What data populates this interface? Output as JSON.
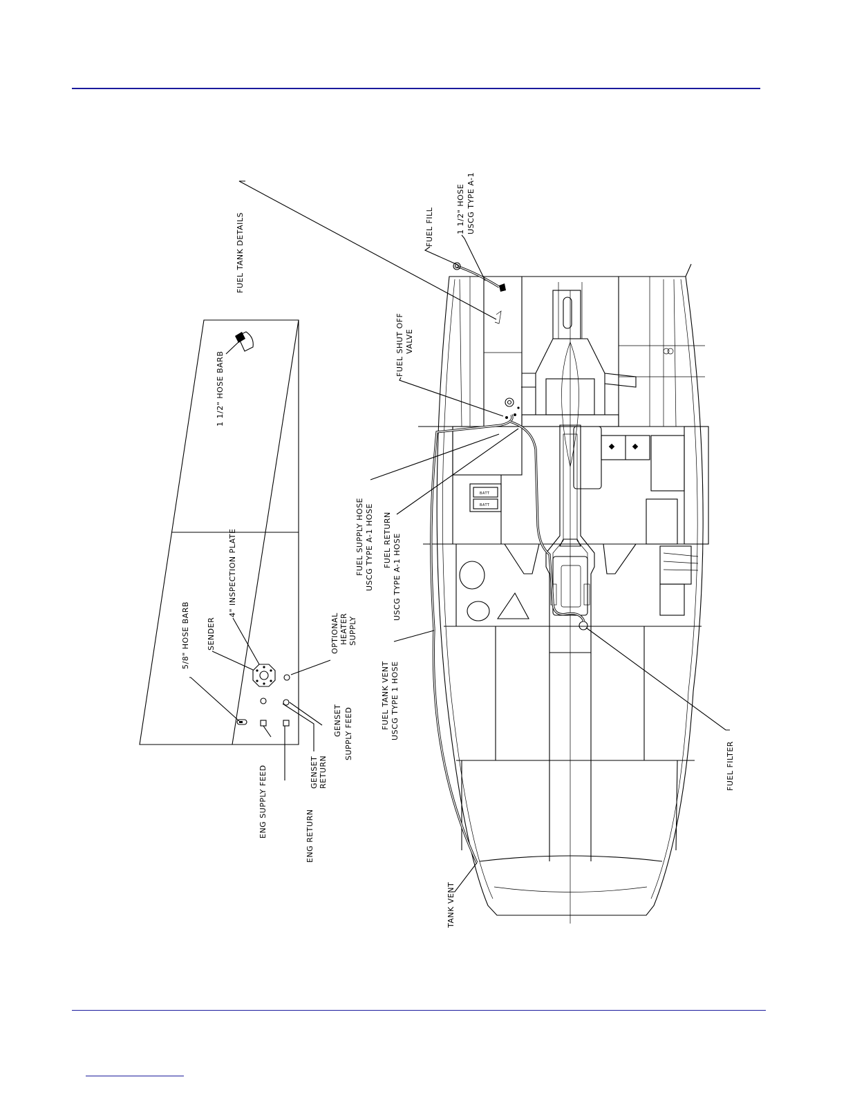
{
  "colors": {
    "rule": "#1a1a9c",
    "ink": "#000000",
    "paper": "#ffffff"
  },
  "title": {
    "details": "FUEL TANK DETAILS"
  },
  "tank_labels": {
    "hose_barb_large": "1 1/2\" HOSE BARB",
    "inspection_plate": "4\" INSPECTION PLATE",
    "sender": "SENDER",
    "hose_barb_small": "5/8\" HOSE BARB",
    "heater": [
      "OPTIONAL",
      "HEATER",
      "SUPPLY"
    ],
    "genset_supply": [
      "GENSET",
      "SUPPLY FEED"
    ],
    "genset_return": [
      "GENSET",
      "RETURN"
    ],
    "eng_supply": "ENG SUPPLY FEED",
    "eng_return": "ENG RETURN"
  },
  "boat_labels": {
    "fuel_fill": "FUEL FILL",
    "fill_hose": [
      "1 1/2\" HOSE",
      "USCG TYPE A-1"
    ],
    "shut_off": [
      "FUEL SHUT OFF",
      "VALVE"
    ],
    "supply_hose": [
      "FUEL SUPPLY HOSE",
      "USCG TYPE A-1 HOSE"
    ],
    "return_hose": [
      "FUEL RETURN",
      "USCG TYPE A-1 HOSE"
    ],
    "tank_vent_hose": [
      "FUEL TANK VENT",
      "USCG TYPE 1 HOSE"
    ],
    "fuel_filter": "FUEL FILTER",
    "tank_vent": "TANK VENT",
    "batt": "BATT"
  }
}
